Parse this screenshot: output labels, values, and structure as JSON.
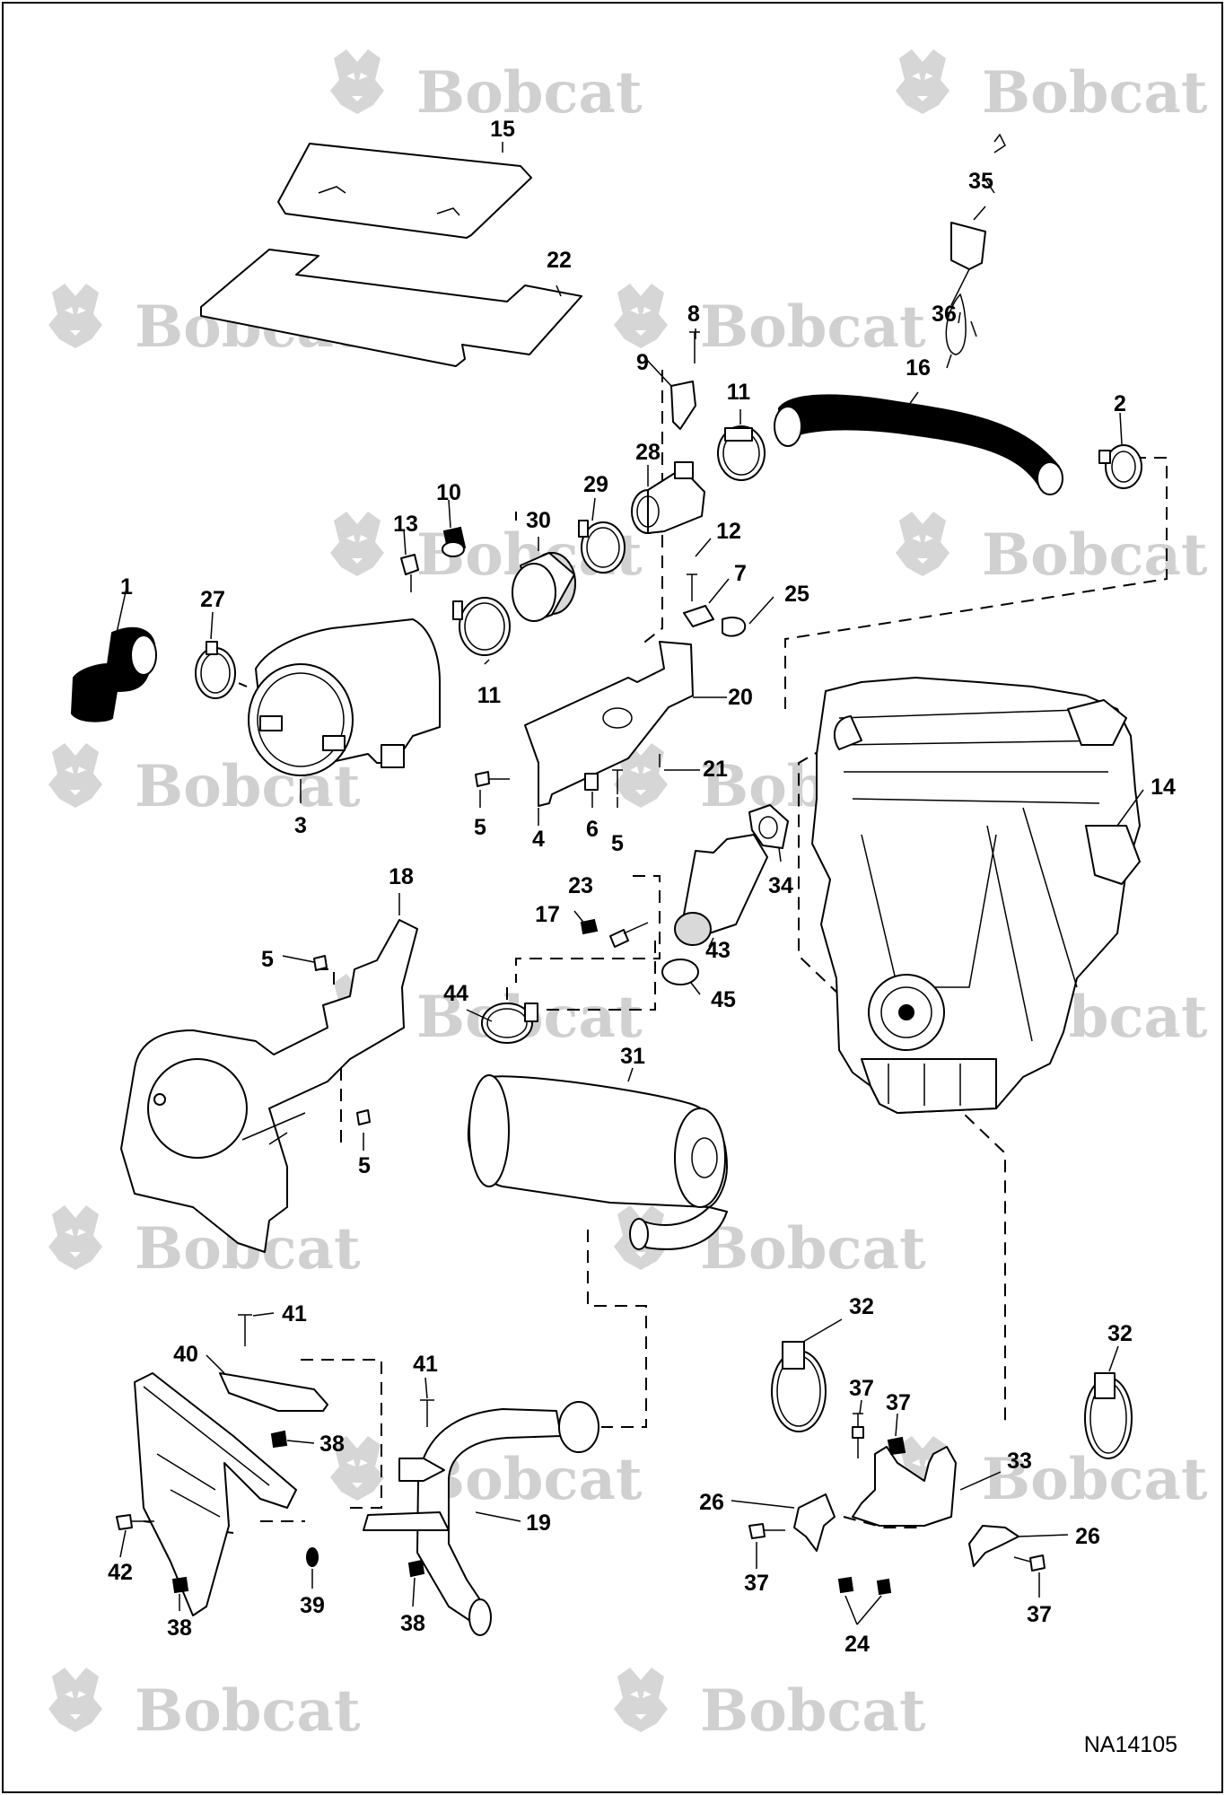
{
  "brand": {
    "watermark_text": "Bobcat",
    "registered_mark": "®"
  },
  "drawing_id": "NA14105",
  "callouts": [
    {
      "id": "c15",
      "text": "15"
    },
    {
      "id": "c22",
      "text": "22"
    },
    {
      "id": "c35",
      "text": "35"
    },
    {
      "id": "c36",
      "text": "36"
    },
    {
      "id": "c8",
      "text": "8"
    },
    {
      "id": "c9",
      "text": "9"
    },
    {
      "id": "c11a",
      "text": "11"
    },
    {
      "id": "c16",
      "text": "16"
    },
    {
      "id": "c2",
      "text": "2"
    },
    {
      "id": "c28",
      "text": "28"
    },
    {
      "id": "c29",
      "text": "29"
    },
    {
      "id": "c10",
      "text": "10"
    },
    {
      "id": "c13",
      "text": "13"
    },
    {
      "id": "c30",
      "text": "30"
    },
    {
      "id": "c12",
      "text": "12"
    },
    {
      "id": "c7",
      "text": "7"
    },
    {
      "id": "c25",
      "text": "25"
    },
    {
      "id": "c1",
      "text": "1"
    },
    {
      "id": "c27",
      "text": "27"
    },
    {
      "id": "c11b",
      "text": "11"
    },
    {
      "id": "c20",
      "text": "20"
    },
    {
      "id": "c21",
      "text": "21"
    },
    {
      "id": "c14",
      "text": "14"
    },
    {
      "id": "c3",
      "text": "3"
    },
    {
      "id": "c5a",
      "text": "5"
    },
    {
      "id": "c4",
      "text": "4"
    },
    {
      "id": "c6",
      "text": "6"
    },
    {
      "id": "c5b",
      "text": "5"
    },
    {
      "id": "c34",
      "text": "34"
    },
    {
      "id": "c18",
      "text": "18"
    },
    {
      "id": "c23",
      "text": "23"
    },
    {
      "id": "c17",
      "text": "17"
    },
    {
      "id": "c43",
      "text": "43"
    },
    {
      "id": "c5c",
      "text": "5"
    },
    {
      "id": "c45",
      "text": "45"
    },
    {
      "id": "c44",
      "text": "44"
    },
    {
      "id": "c31",
      "text": "31"
    },
    {
      "id": "c5d",
      "text": "5"
    },
    {
      "id": "c32a",
      "text": "32"
    },
    {
      "id": "c32b",
      "text": "32"
    },
    {
      "id": "c41a",
      "text": "41"
    },
    {
      "id": "c40",
      "text": "40"
    },
    {
      "id": "c41b",
      "text": "41"
    },
    {
      "id": "c37a",
      "text": "37"
    },
    {
      "id": "c37b",
      "text": "37"
    },
    {
      "id": "c33",
      "text": "33"
    },
    {
      "id": "c38a",
      "text": "38"
    },
    {
      "id": "c19",
      "text": "19"
    },
    {
      "id": "c26a",
      "text": "26"
    },
    {
      "id": "c26b",
      "text": "26"
    },
    {
      "id": "c42",
      "text": "42"
    },
    {
      "id": "c39",
      "text": "39"
    },
    {
      "id": "c38b",
      "text": "38"
    },
    {
      "id": "c38c",
      "text": "38"
    },
    {
      "id": "c37c",
      "text": "37"
    },
    {
      "id": "c24",
      "text": "24"
    },
    {
      "id": "c37d",
      "text": "37"
    }
  ]
}
